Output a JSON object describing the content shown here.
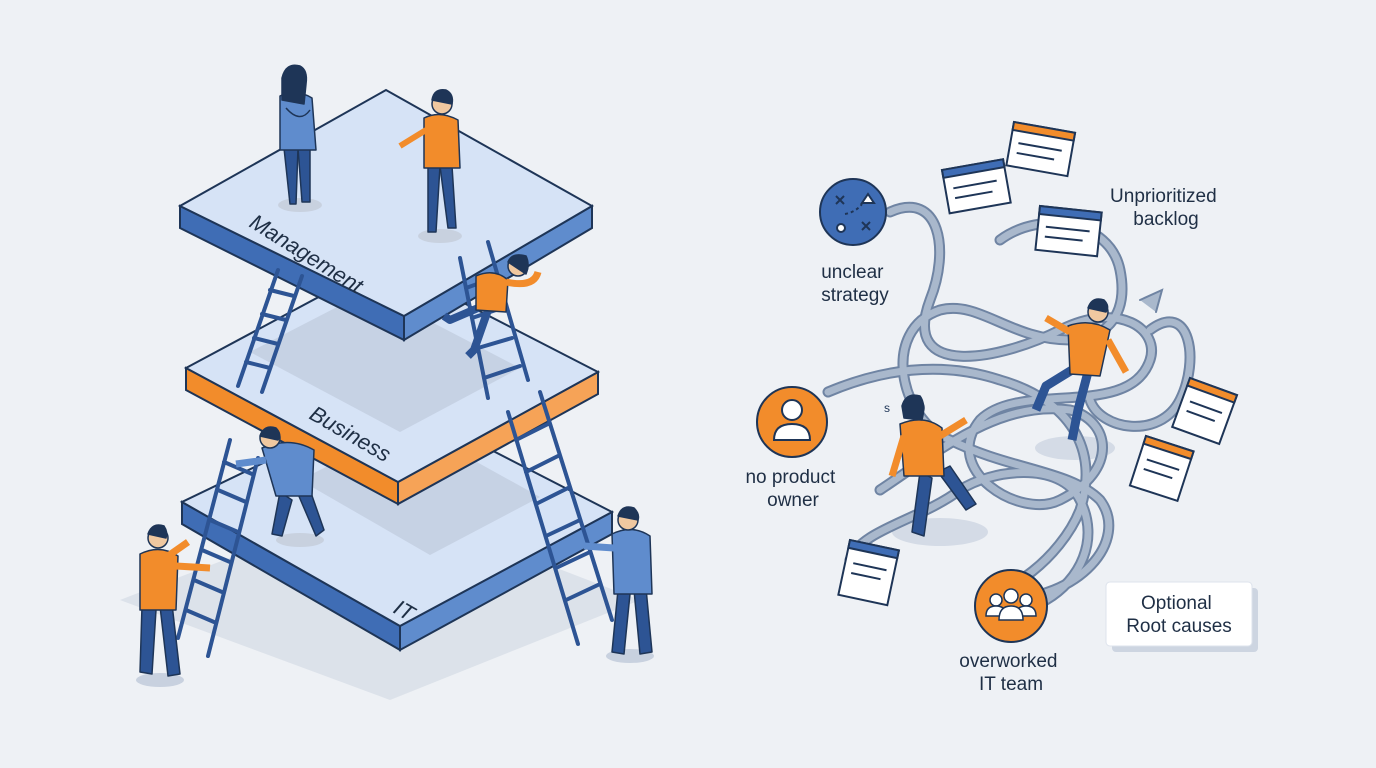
{
  "layers": {
    "top": "Management",
    "middle": "Business",
    "bottom": "IT"
  },
  "causes": {
    "strategy": "unclear\nstrategy",
    "backlog": "Unprioritized\nbacklog",
    "owner": "no product\nowner",
    "team": "overworked\nIT team"
  },
  "card": "Optional\nRoot causes",
  "colors": {
    "blue": "#3f6db5",
    "orange": "#f28c2b",
    "navy": "#1e3557",
    "platform_top": "#d6e3f6",
    "background": "#eef1f5"
  },
  "icons": [
    "strategy-icon",
    "person-icon",
    "group-icon"
  ]
}
